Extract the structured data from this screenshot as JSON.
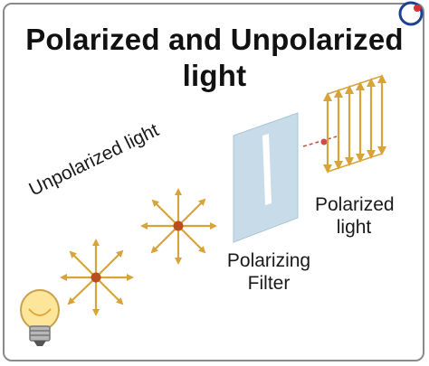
{
  "title_line1": "Polarized and Unpolarized",
  "title_line2": "light",
  "labels": {
    "unpolarized": "Unpolarized light",
    "filter_line1": "Polarizing",
    "filter_line2": "Filter",
    "polarized_line1": "Polarized",
    "polarized_line2": "light"
  },
  "icons": [
    "light-bulb-icon",
    "logo-icon"
  ],
  "colors": {
    "arrow": "#d8a43a",
    "dot": "#b94e1c",
    "filter": "#c7dce8",
    "title": "#111111"
  }
}
